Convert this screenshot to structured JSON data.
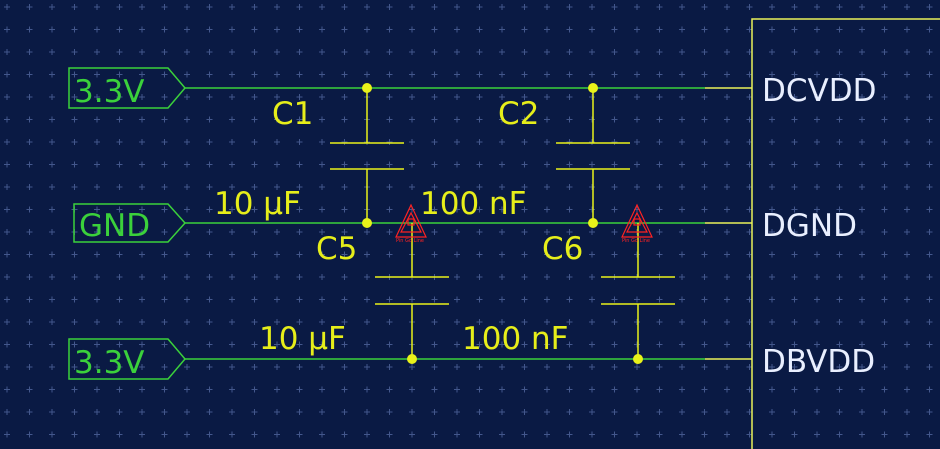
{
  "ports": [
    {
      "id": "port1",
      "label": "3.3V"
    },
    {
      "id": "port2",
      "label": "GND"
    },
    {
      "id": "port3",
      "label": "3.3V"
    }
  ],
  "capacitors": [
    {
      "ref": "C1",
      "value": "10 µF"
    },
    {
      "ref": "C2",
      "value": "100 nF"
    },
    {
      "ref": "C5",
      "value": "10 µF"
    },
    {
      "ref": "C6",
      "value": "100 nF"
    }
  ],
  "chip_pins": [
    "DCVDD",
    "DGND",
    "DBVDD"
  ],
  "markers": [
    {
      "label": "Pin Go Line"
    },
    {
      "label": "Pin Go Line"
    }
  ],
  "colors": {
    "background": "#0a1a44",
    "wire": "#3bd13b",
    "component": "#e9f21a",
    "pin_text": "#e9efff",
    "marker": "#ff2222"
  }
}
